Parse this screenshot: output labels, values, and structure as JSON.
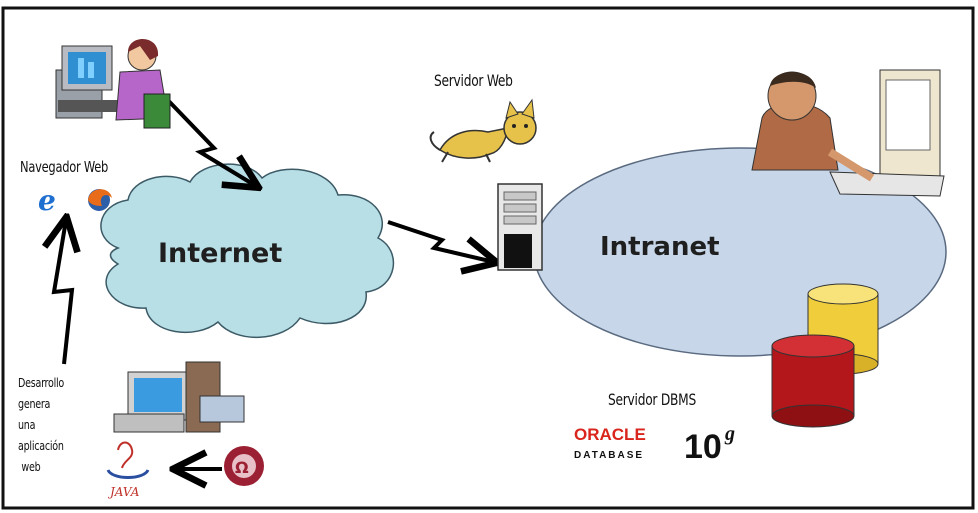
{
  "diagram": {
    "servidor_web_label": "Servidor Web",
    "navegador_label": "Navegador Web",
    "internet_label": "Internet",
    "intranet_label": "Intranet",
    "dbms_label": "Servidor DBMS",
    "desarrollo_lines": [
      "Desarrollo",
      "genera",
      "una",
      "aplicación",
      "web"
    ],
    "oracle_word": "ORACLE",
    "oracle_database": "DATABASE",
    "oracle_version": "10",
    "oracle_sup": "g",
    "java_label": "JAVA"
  },
  "colors": {
    "cloud": "#b9dfe6",
    "intranet": "#c7d6e8",
    "db_yellow": "#f0cd3a",
    "db_red": "#b3171b",
    "oracle_red": "#d9251c"
  }
}
